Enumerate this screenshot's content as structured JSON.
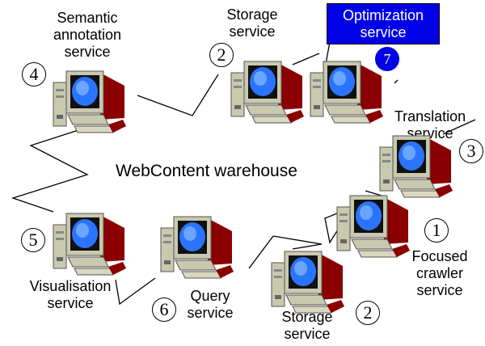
{
  "diagram": {
    "title": "WebContent warehouse",
    "nodes": [
      {
        "id": "semantic",
        "label_lines": [
          "Semantic",
          "annotation",
          "service"
        ],
        "number": "4"
      },
      {
        "id": "storage-top",
        "label_lines": [
          "Storage",
          "service"
        ],
        "number": "2"
      },
      {
        "id": "optimization",
        "label_lines": [
          "Optimization",
          "service"
        ],
        "number": "7"
      },
      {
        "id": "translation",
        "label_lines": [
          "Translation",
          "service"
        ],
        "number": "3"
      },
      {
        "id": "crawler",
        "label_lines": [
          "Focused",
          "crawler",
          "service"
        ],
        "number": "1"
      },
      {
        "id": "storage-bottom",
        "label_lines": [
          "Storage",
          "service"
        ],
        "number": "2"
      },
      {
        "id": "query",
        "label_lines": [
          "Query",
          "service"
        ],
        "number": "6"
      },
      {
        "id": "visualisation",
        "label_lines": [
          "Visualisation",
          "service"
        ],
        "number": "5"
      }
    ],
    "colors": {
      "optimization_fill": "#0000e6",
      "screen": "#2a74ff",
      "casing": "#c9c9b0",
      "shadow": "#8a0000"
    }
  }
}
